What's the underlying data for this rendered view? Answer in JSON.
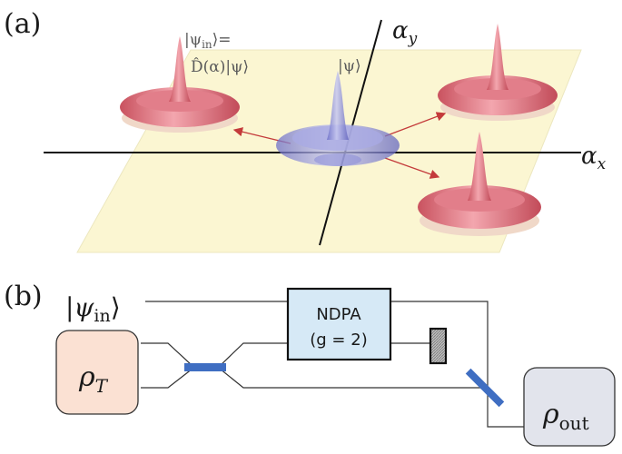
{
  "panel_a": {
    "tag": "(a)",
    "axis_y": "α",
    "axis_y_sub": "y",
    "axis_x": "α",
    "axis_x_sub": "x",
    "input_state_line1": "|ψ",
    "input_state_sub": "in",
    "input_state_line1_end": "⟩=",
    "input_state_line2": "D̂(α)|ψ⟩",
    "center_state": "|ψ⟩"
  },
  "panel_b": {
    "tag": "(b)",
    "input_ket_open": "|ψ",
    "input_ket_sub": "in",
    "input_ket_close": "⟩",
    "thermal_state": "ρ",
    "thermal_state_sub": "T",
    "amplifier_line1": "NDPA",
    "amplifier_line2": "(g = 2)",
    "output_state": "ρ",
    "output_state_sub": "out"
  },
  "colors": {
    "plane": "#fbf6d2",
    "peak_red": "#e57b87",
    "peak_blue": "#8e8fd8",
    "arrow": "#c43b3b",
    "thermal_box": "#fbe1d3",
    "amplifier_box": "#d6e9f6",
    "output_box": "#e2e4ec",
    "beamsplitter": "#3f6ec2"
  }
}
